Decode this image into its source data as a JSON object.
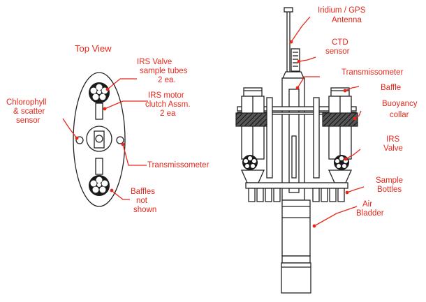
{
  "top_view": {
    "title": "Top View",
    "irs_valve": [
      "IRS Valve",
      "sample tubes",
      "2 ea."
    ],
    "irs_motor": [
      "IRS motor",
      "clutch Assm.",
      "2 ea"
    ],
    "chlorophyll": [
      "Chlorophyll",
      "&  scatter",
      "sensor"
    ],
    "transmissometer": "Transmissometer",
    "baffles": [
      "Baffles",
      "not",
      "shown"
    ]
  },
  "side_view": {
    "antenna": [
      "Iridium / GPS",
      "Antenna"
    ],
    "ctd": [
      "CTD",
      "sensor"
    ],
    "transmissometer": "Transmissometer",
    "baffle": "Baffle",
    "buoyancy": [
      "Buoyancy",
      "collar"
    ],
    "irs_valve": [
      "IRS",
      "Valve"
    ],
    "sample_bottles": [
      "Sample",
      "Bottles"
    ],
    "air_bladder": [
      "Air",
      "Bladder"
    ]
  },
  "colors": {
    "label": "#e8271a",
    "line": "#222222"
  }
}
